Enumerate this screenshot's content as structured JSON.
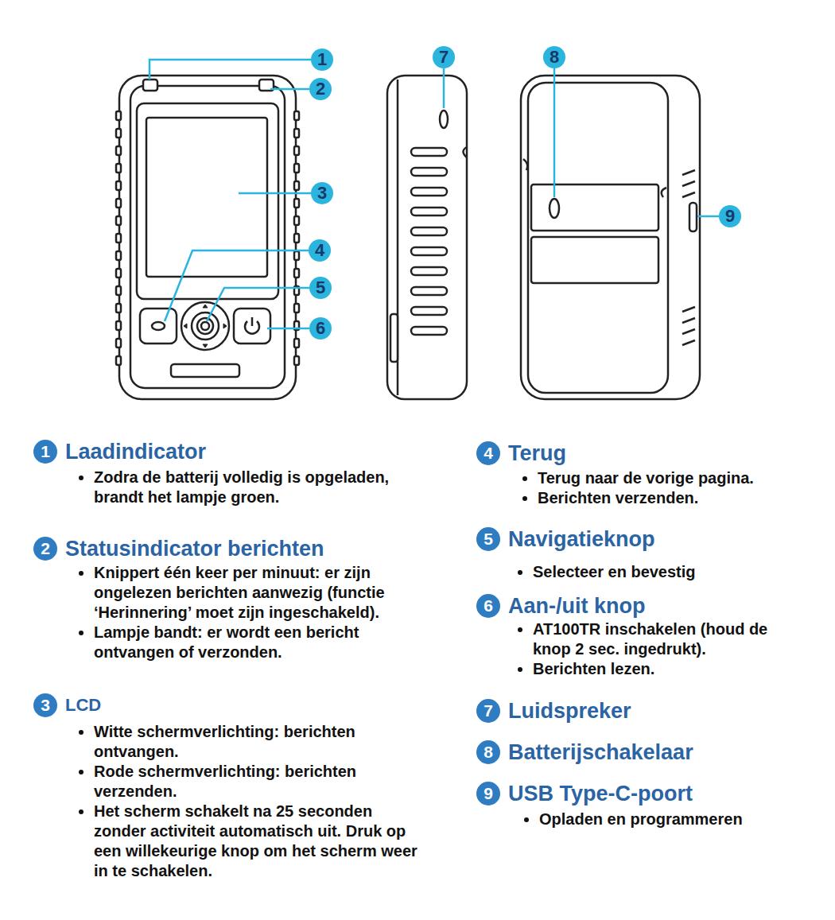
{
  "diagram": {
    "nodes": [
      {
        "text": [
          "1"
        ]
      },
      {
        "text": [
          "2"
        ]
      },
      {
        "text": [
          "3"
        ]
      },
      {
        "text": [
          "4"
        ]
      },
      {
        "text": [
          "5"
        ]
      },
      {
        "text": [
          "6"
        ]
      },
      {
        "text": [
          "7"
        ]
      },
      {
        "text": [
          "8"
        ]
      },
      {
        "text": [
          "9"
        ]
      },
      {
        "text": [
          "1",
          "Laadindicator"
        ]
      },
      {
        "text": [
          "2",
          "Statusindicator berichten"
        ]
      },
      {
        "text": [
          "3",
          "LCD"
        ]
      },
      {
        "text": [
          "4",
          "Terug"
        ]
      },
      {
        "text": [
          "5",
          "Navigatieknop"
        ]
      },
      {
        "text": [
          "6",
          "Aan-/uit knop"
        ]
      },
      {
        "text": [
          "7",
          "Luidspreker"
        ]
      },
      {
        "text": [
          "8",
          "Batterijschakelaar"
        ]
      },
      {
        "text": [
          "9",
          "USB Type-C-poort"
        ]
      }
    ],
    "labels": [
      "Zodra de batterij volledig is opgeladen, brandt het lampje groen.",
      "Knippert één keer per minuut: er zijn ongelezen berichten aanwezig (functie ‘Herinnering’ moet zijn ingeschakeld).",
      "Lampje bandt: er wordt een bericht ontvangen of verzonden.",
      "Witte schermverlichting: berichten ontvangen.",
      "Rode schermverlichting: berichten verzenden.",
      "Het scherm schakelt na 25 seconden zonder activiteit automatisch uit. Druk op een willekeurige knop om het scherm weer in te schakelen.",
      "Terug naar de vorige pagina.",
      "Berichten verzenden.",
      "Selecteer en bevestig",
      "AT100TR inschakelen (houd de knop 2 sec. ingedrukt).",
      "Berichten lezen.",
      "Opladen en programmeren"
    ]
  }
}
